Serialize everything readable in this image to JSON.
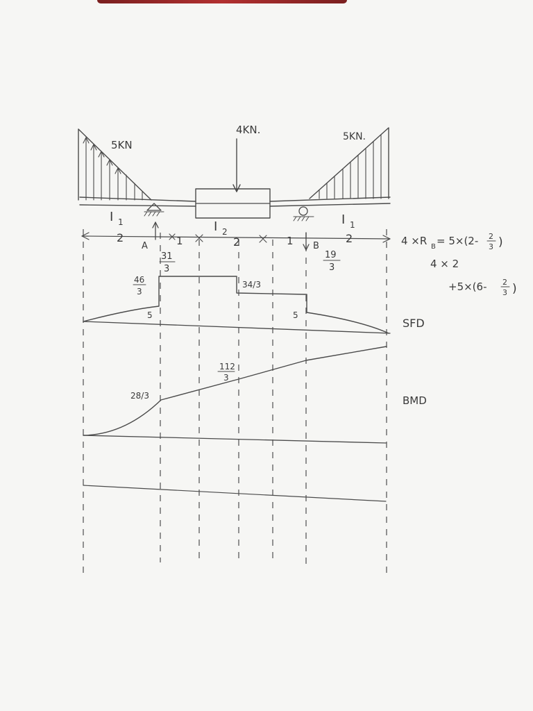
{
  "loads": {
    "left_udl": "5KN",
    "point_load": "4KN.",
    "right_udl": "5KN."
  },
  "sections": {
    "left": {
      "name": "I",
      "sub": "1"
    },
    "mid": {
      "name": "I",
      "sub": "2"
    },
    "right": {
      "name": "I",
      "sub": "1"
    }
  },
  "supports": {
    "a": "A",
    "b": "B"
  },
  "dimensions": {
    "d1": "2",
    "d2": "1",
    "d3": "2",
    "d4": "1",
    "d5": "2"
  },
  "reactions": {
    "ra_num": "31",
    "ra_den": "3",
    "rb_num": "19",
    "rb_den": "3"
  },
  "working": {
    "line1_lhs": "4 ×R",
    "line1_sub": "B",
    "line1_rhs": "= 5×(2-",
    "frac_num": "2",
    "frac_den": "3",
    "close": ")",
    "line2": "4 × 2",
    "line3": "+5×(6-"
  },
  "sfd": {
    "label": "SFD",
    "left_top_num": "46",
    "left_top_den": "3",
    "mid_value": "34/3",
    "left_bottom": "5",
    "right_bottom": "5"
  },
  "bmd": {
    "label": "BMD",
    "value_a": "28/3",
    "value_mid_num": "112",
    "value_mid_den": "3"
  }
}
